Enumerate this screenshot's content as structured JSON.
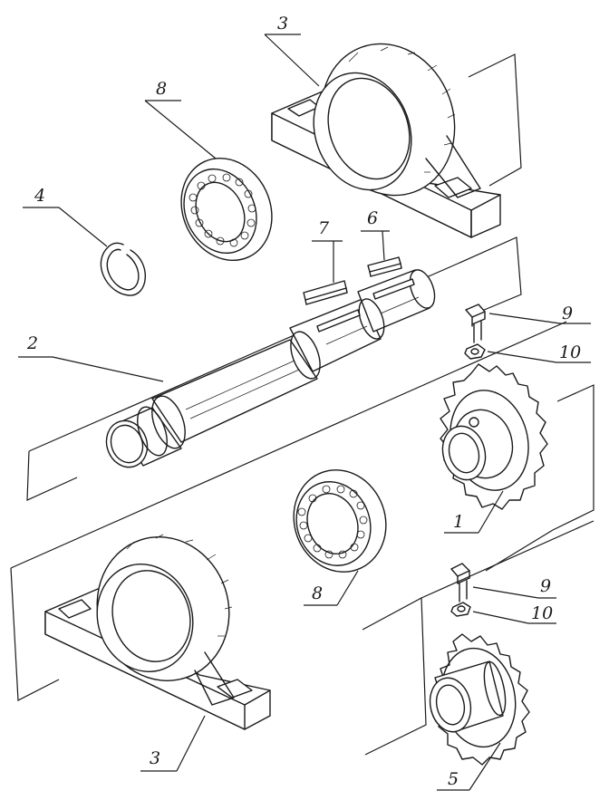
{
  "callouts": {
    "housing_top": "3",
    "bearing_top": "8",
    "retaining_ring": "4",
    "key_7": "7",
    "key_6": "6",
    "shaft": "2",
    "bolt_top": "9",
    "nut_top": "10",
    "sprocket_1": "1",
    "bearing_bottom": "8",
    "housing_bottom": "3",
    "bolt_bottom": "9",
    "nut_bottom": "10",
    "sprocket_5": "5"
  }
}
